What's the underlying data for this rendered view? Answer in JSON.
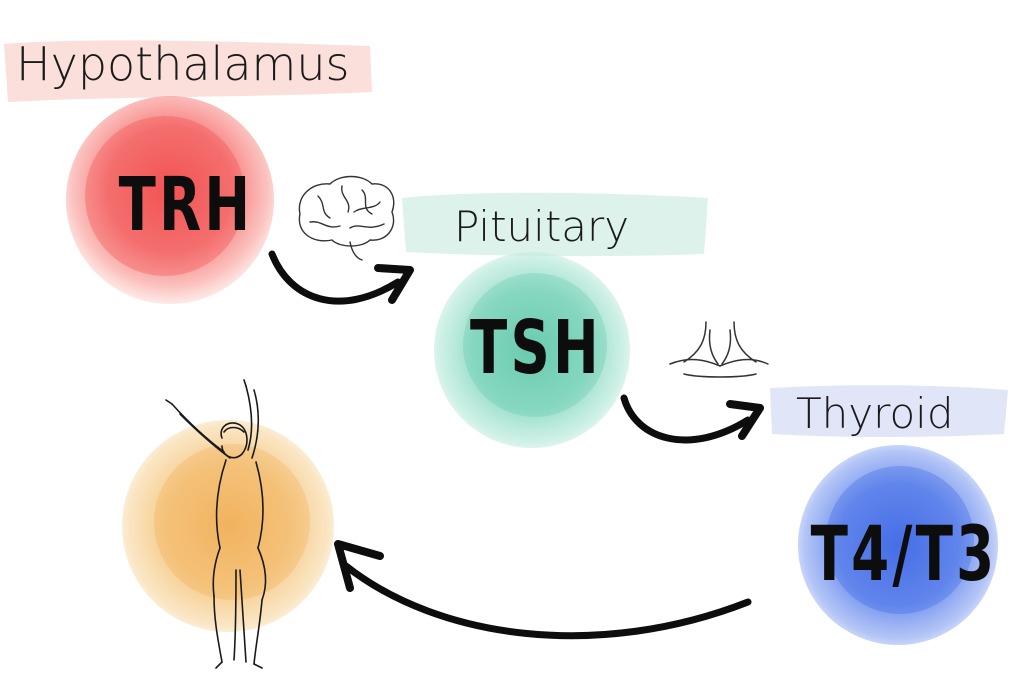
{
  "nodes": [
    {
      "id": "hypothalamus",
      "label": "Hypothalamus",
      "hormone": "TRH",
      "color": "#f35f5f",
      "band_color": "#f8d4cf"
    },
    {
      "id": "pituitary",
      "label": "Pituitary",
      "hormone": "TSH",
      "color": "#6fd0b4",
      "band_color": "#d5efe6"
    },
    {
      "id": "thyroid",
      "label": "Thyroid",
      "hormone": "T4/T3",
      "color": "#4f78e8",
      "band_color": "#dbe2f7"
    },
    {
      "id": "body",
      "label": "",
      "hormone": "",
      "color": "#f2b35a",
      "band_color": ""
    }
  ],
  "icons": {
    "brain": "brain-icon",
    "thyroid": "thyroid-gland-icon",
    "body": "human-figure-icon"
  }
}
